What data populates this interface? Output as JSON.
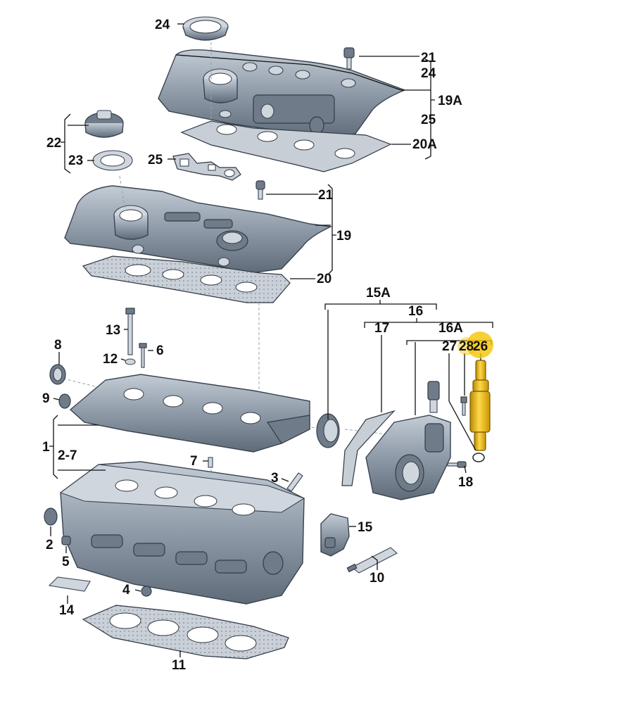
{
  "labels": {
    "p24_top": "24",
    "p21_top": "21",
    "p24_mid": "24",
    "p19a": "19A",
    "p25_right": "25",
    "p20a": "20A",
    "p22": "22",
    "p23": "23",
    "p25_left": "25",
    "p21_mid": "21",
    "p19": "19",
    "p20": "20",
    "p15a": "15A",
    "p16": "16",
    "p17": "17",
    "p16a": "16A",
    "p27": "27",
    "p28": "28",
    "p26": "26",
    "p13": "13",
    "p8": "8",
    "p12": "12",
    "p6": "6",
    "p9": "9",
    "p1": "1",
    "p2_7": "2-7",
    "p7": "7",
    "p3": "3",
    "p18": "18",
    "p15": "15",
    "p2": "2",
    "p5": "5",
    "p10": "10",
    "p4": "4",
    "p14": "14",
    "p11": "11"
  },
  "colors": {
    "highlight": "#f5c400",
    "metal": "#8f9aa6",
    "line": "#111111"
  }
}
